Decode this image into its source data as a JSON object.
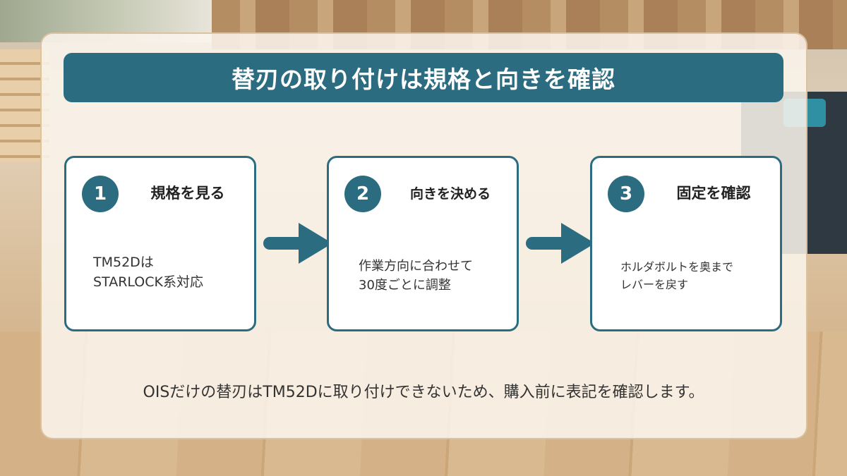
{
  "title": "替刃の取り付けは規格と向きを確認",
  "steps": [
    {
      "number": "1",
      "title": "規格を見る",
      "body": [
        "TM52Dは",
        "STARLOCK系対応"
      ]
    },
    {
      "number": "2",
      "title": "向きを決める",
      "body": [
        "作業方向に合わせて",
        "30度ごとに調整"
      ]
    },
    {
      "number": "3",
      "title": "固定を確認",
      "body": [
        "ホルダボルトを奥まで",
        "レバーを戻す"
      ]
    }
  ],
  "note": "OISだけの替刃はTM52Dに取り付けできないため、購入前に表記を確認します。",
  "colors": {
    "accent": "#2b6c80",
    "panel": "#fcf6ee",
    "text": "#333333"
  },
  "icons": {
    "arrow": "arrow-right-icon"
  }
}
